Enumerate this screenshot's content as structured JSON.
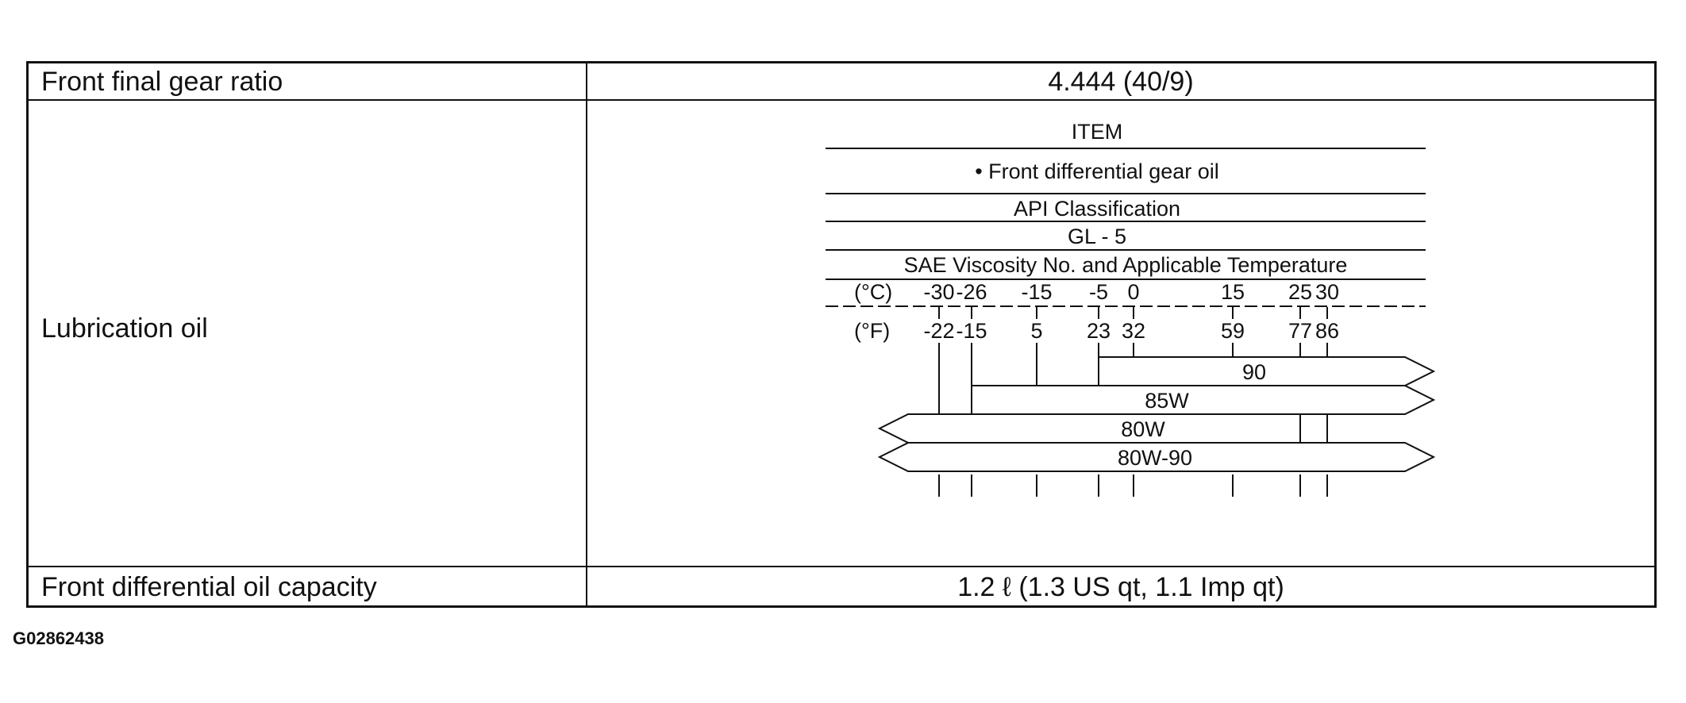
{
  "rows": [
    {
      "label": "Front final gear ratio",
      "value": "4.444 (40/9)"
    },
    {
      "label": "Lubrication oil"
    },
    {
      "label": "Front differential oil capacity",
      "value": "1.2 ℓ (1.3 US qt, 1.1 Imp qt)"
    }
  ],
  "lube_chart": {
    "item_header": "ITEM",
    "item": "• Front differential gear oil",
    "api_header": "API Classification",
    "api_value": "GL - 5",
    "sae_header": "SAE Viscosity No. and Applicable Temperature",
    "celsius_unit": "(°C)",
    "fahrenheit_unit": "(°F)",
    "celsius_ticks": [
      "-30",
      "-26",
      "-15",
      "-5",
      "0",
      "15",
      "25",
      "30"
    ],
    "fahrenheit_ticks": [
      "-22",
      "-15",
      "5",
      "23",
      "32",
      "59",
      "77",
      "86"
    ],
    "grades": [
      {
        "name": "90",
        "min_c": -5,
        "max_c": null
      },
      {
        "name": "85W",
        "min_c": -26,
        "max_c": null
      },
      {
        "name": "80W",
        "min_c": null,
        "max_c": 30
      },
      {
        "name": "80W-90",
        "min_c": null,
        "max_c": null
      }
    ]
  },
  "figure_id": "G02862438"
}
